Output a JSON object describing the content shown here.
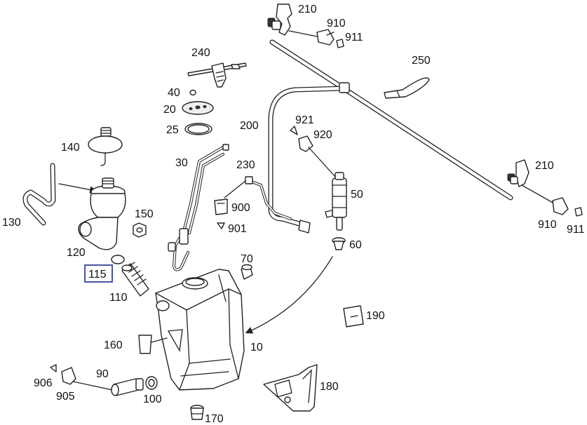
{
  "diagram": {
    "highlight_color": "#1f2a8c",
    "highlighted_part": "115",
    "labels": {
      "p210a": "210",
      "p910a": "910",
      "p911a": "911",
      "p240": "240",
      "p250": "250",
      "p40": "40",
      "p20": "20",
      "p25": "25",
      "p200": "200",
      "p921": "921",
      "p920": "920",
      "p140": "140",
      "p30": "30",
      "p230": "230",
      "p210b": "210",
      "p130": "130",
      "p150": "150",
      "p900": "900",
      "p50": "50",
      "p901": "901",
      "p910b": "910",
      "p911b": "911",
      "p120": "120",
      "p60": "60",
      "p70": "70",
      "p115": "115",
      "p110": "110",
      "p190": "190",
      "p160": "160",
      "p10": "10",
      "p90": "90",
      "p906": "906",
      "p905": "905",
      "p180": "180",
      "p100": "100",
      "p170": "170"
    }
  }
}
